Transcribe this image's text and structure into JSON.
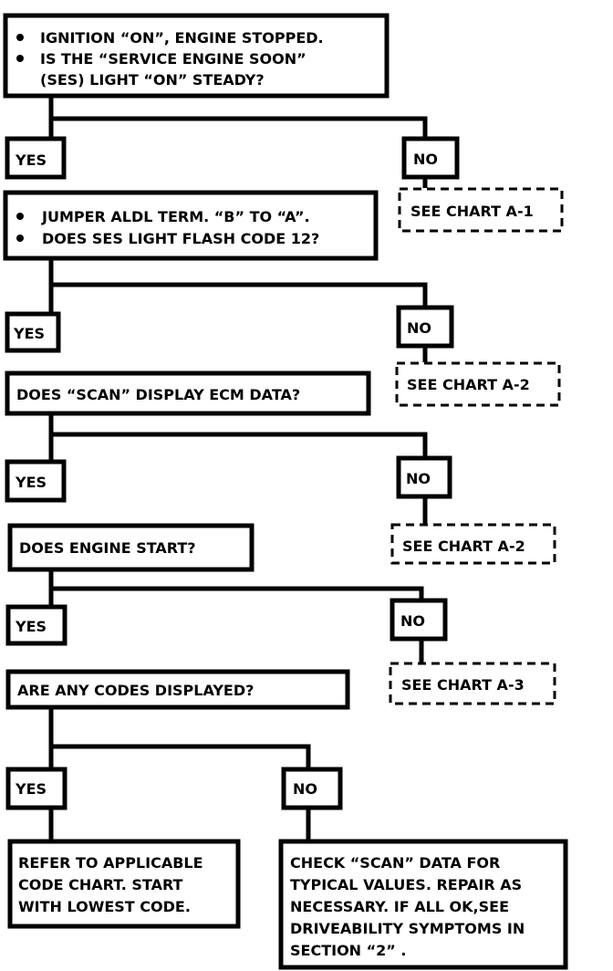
{
  "q1": {
    "bullet1": "IGNITION “ON”, ENGINE STOPPED.",
    "bullet2_line1": "IS THE “SERVICE ENGINE SOON”",
    "bullet2_line2": "(SES) LIGHT “ON” STEADY?"
  },
  "q2": {
    "bullet1": "JUMPER ALDL TERM. “B” TO “A”.",
    "bullet2": "DOES SES LIGHT FLASH CODE 12?"
  },
  "q3": "DOES “SCAN” DISPLAY ECM DATA?",
  "q4": "DOES ENGINE START?",
  "q5": "ARE ANY CODES DISPLAYED?",
  "yes_label": "YES",
  "no_label": "NO",
  "see_charts": [
    "SEE CHART A-1",
    "SEE CHART A-2",
    "SEE CHART A-2",
    "SEE CHART A-3"
  ],
  "result_yes": [
    "REFER TO APPLICABLE",
    "CODE CHART.  START",
    "WITH LOWEST CODE."
  ],
  "result_no": [
    "CHECK “SCAN” DATA FOR",
    "TYPICAL VALUES.  REPAIR AS",
    "NECESSARY.  IF ALL OK,SEE",
    "DRIVEABILITY SYMPTOMS IN",
    "SECTION “2” ."
  ]
}
